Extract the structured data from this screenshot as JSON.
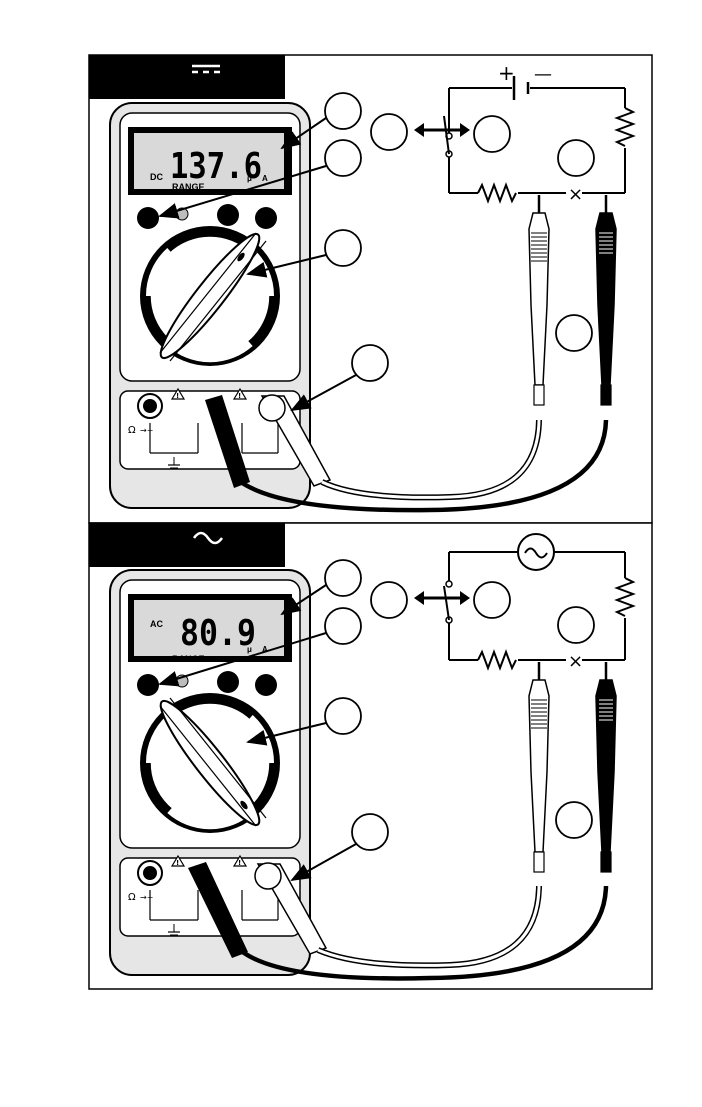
{
  "panels": [
    {
      "header_symbol": "dc-symbol",
      "lcd": {
        "mode": "DC",
        "reading": "137.6",
        "range": "RANGE",
        "unit_prefix": "μ",
        "unit": "A"
      },
      "battery_plus": "+",
      "battery_minus": "—",
      "open_mark": "×"
    },
    {
      "header_symbol": "ac-symbol",
      "lcd": {
        "mode": "AC",
        "reading": "80.9",
        "range": "RANGE",
        "unit_prefix": "μ",
        "unit": "A"
      },
      "source_symbol": "~",
      "open_mark": "×"
    }
  ],
  "jack_labels": {
    "ohm": "Ω",
    "diode": "→+",
    "warning": "!"
  },
  "colors": {
    "ink": "#000000",
    "paper": "#ffffff",
    "meter_shade": "#e6e6e6",
    "lcd_shade": "#d0d0d0"
  }
}
